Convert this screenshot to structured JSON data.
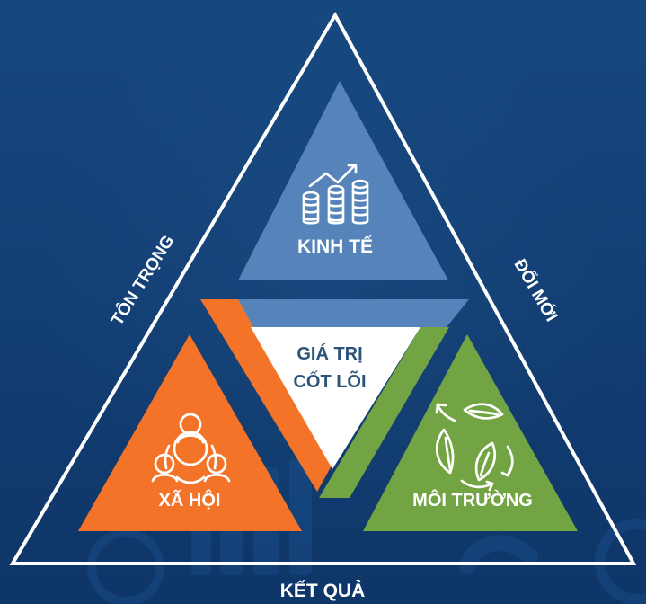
{
  "diagram": {
    "outer_edges": {
      "left": "TÔN TRỌNG",
      "right": "ĐỔI MỚI",
      "bottom": "KẾT QUẢ"
    },
    "nodes": {
      "top": {
        "label": "KINH TẾ",
        "icon": "growth-coins-icon",
        "color": "#5684ba"
      },
      "left": {
        "label": "XÃ HỘI",
        "icon": "community-people-icon",
        "color": "#f37428"
      },
      "right": {
        "label": "MÔI TRƯỜNG",
        "icon": "leaf-cycle-icon",
        "color": "#72a443"
      }
    },
    "center": {
      "line1": "GIÁ TRỊ",
      "line2": "CỐT LÕI"
    },
    "colors": {
      "background": "#123d72",
      "outline": "#ffffff",
      "center": "#ffffff"
    }
  }
}
